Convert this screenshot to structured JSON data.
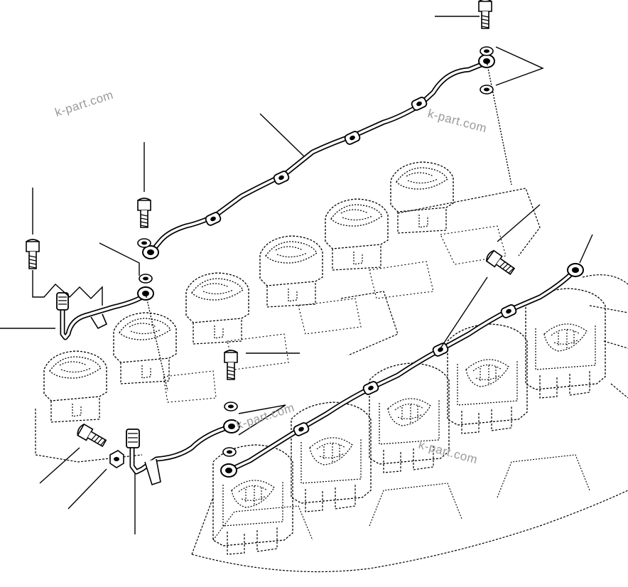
{
  "diagram": {
    "watermarks": [
      "k-part.com",
      "k-part.com",
      "k-part.com",
      "k-part.com"
    ],
    "colors": {
      "line": "#000000",
      "dashed": "#000000",
      "watermark": "#9a9a9a",
      "background": "#ffffff"
    }
  }
}
